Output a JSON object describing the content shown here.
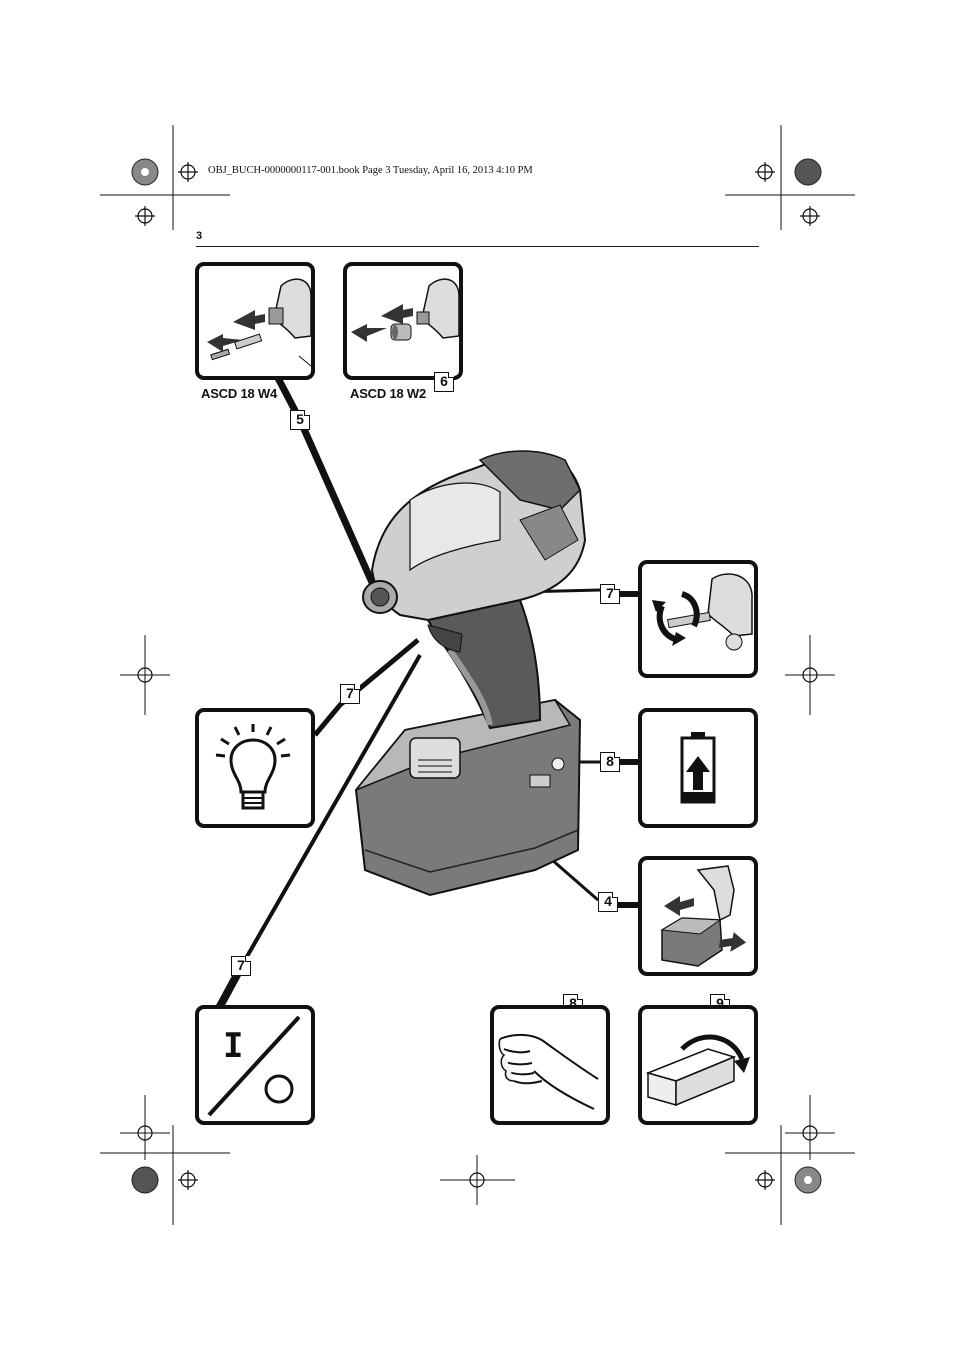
{
  "header": {
    "text": "OBJ_BUCH-0000000117-001.book  Page 3  Tuesday, April 16, 2013  4:10 PM"
  },
  "page_number": "3",
  "figures": {
    "bit_holder": {
      "model": "ASCD 18 W4",
      "callout": "5"
    },
    "socket_holder": {
      "model": "ASCD 18 W2",
      "callout": "6"
    },
    "rotation": {
      "callout": "7"
    },
    "lamp": {
      "callout": "7"
    },
    "battery_indicator": {
      "callout": "8"
    },
    "battery_removal": {
      "callout": "4"
    },
    "switch": {
      "callout": "7",
      "on_symbol": "I",
      "off_symbol": "O"
    },
    "hand": {
      "callout": "8"
    },
    "packaging": {
      "callout": "9"
    }
  }
}
